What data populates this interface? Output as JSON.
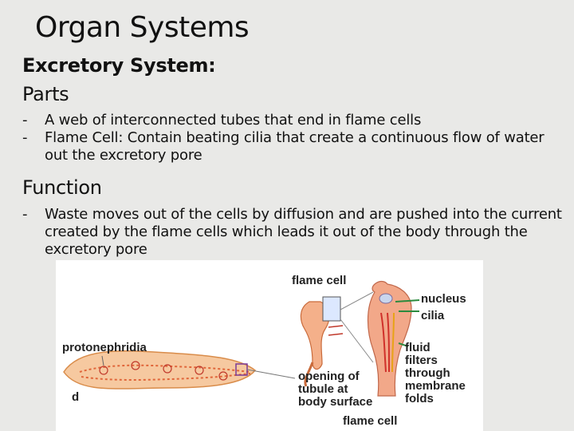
{
  "slide": {
    "title": "Organ Systems",
    "heading": "Excretory System:",
    "parts_label": "Parts",
    "parts_bullets": [
      "A web of interconnected tubes that end in flame cells",
      "Flame Cell: Contain beating cilia that create a continuous flow of water out the excretory pore"
    ],
    "function_label": "Function",
    "function_bullets": [
      "Waste moves out of the cells by diffusion and are pushed into the current created by the flame cells  which leads it out of the body through the excretory pore"
    ],
    "bullet_marker": "-"
  },
  "figure": {
    "labels": {
      "flame_cell_top": "flame cell",
      "nucleus": "nucleus",
      "cilia": "cilia",
      "protonephridia": "protonephridia",
      "fluid": "fluid",
      "filters": "filters",
      "through": "through",
      "membrane": "membrane",
      "folds": "folds",
      "opening_of": "opening of",
      "tubule_at": "tubule at",
      "body_surface": "body surface",
      "flame_cell_bottom": "flame cell",
      "panel_letter": "d"
    }
  }
}
